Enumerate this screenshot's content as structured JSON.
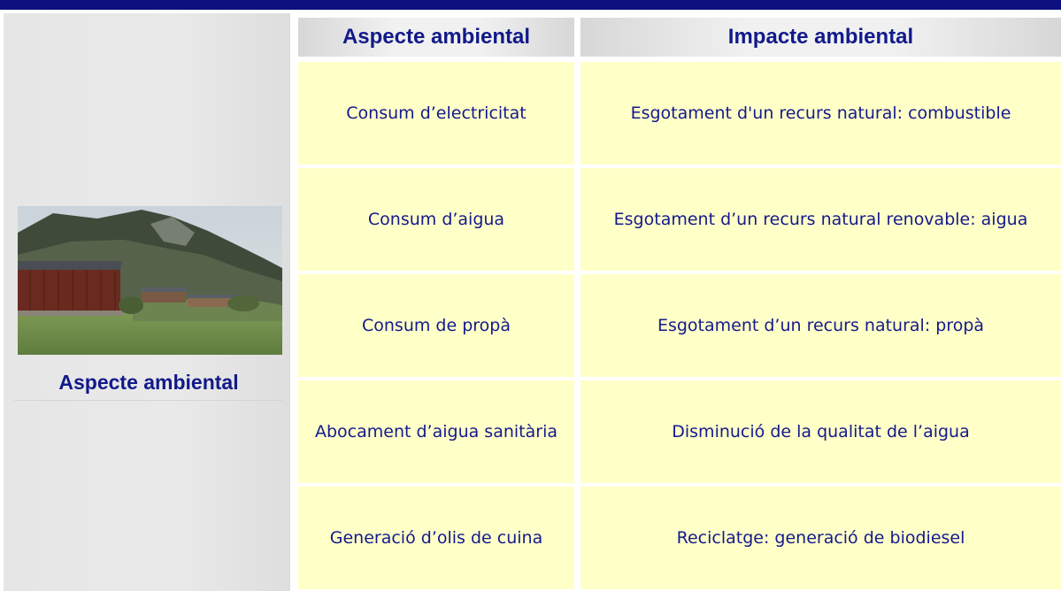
{
  "sidebar": {
    "caption": "Aspecte ambiental"
  },
  "table": {
    "headers": [
      "Aspecte ambiental",
      "Impacte ambiental"
    ],
    "rows": [
      {
        "aspect": "Consum d’electricitat",
        "impact": "Esgotament d'un recurs natural: combustible"
      },
      {
        "aspect": "Consum d’aigua",
        "impact": "Esgotament d’un recurs natural renovable: aigua"
      },
      {
        "aspect": "Consum de propà",
        "impact": "Esgotament d’un recurs natural: propà"
      },
      {
        "aspect": "Abocament d’aigua sanitària",
        "impact": "Disminució de la qualitat de l’aigua"
      },
      {
        "aspect": "Generació d’olis de cuina",
        "impact": "Reciclatge: generació de biodiesel"
      }
    ]
  },
  "colors": {
    "top_bar": "#0d0f7e",
    "text": "#141a8c",
    "cell_background": "#ffffc8",
    "header_background": "#f1f1f1",
    "sidebar_background": "#e6e6e6"
  }
}
